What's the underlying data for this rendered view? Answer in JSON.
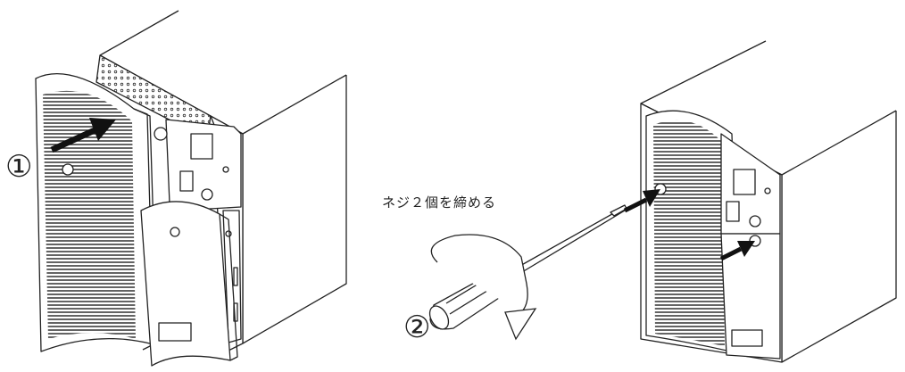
{
  "steps": {
    "step1": "①",
    "step2": "②"
  },
  "caption": "ネジ２個を締める",
  "icons": {
    "push_arrow": "arrow-right-icon",
    "rotate_arrow": "clockwise-arrow-icon"
  },
  "colors": {
    "line": "#222222",
    "fill": "#ffffff"
  }
}
